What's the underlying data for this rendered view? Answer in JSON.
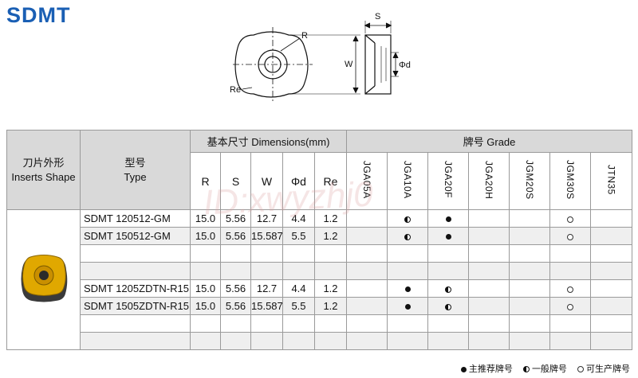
{
  "title": "SDMT",
  "drawing": {
    "labels": {
      "s": "S",
      "r": "R",
      "w": "W",
      "d": "Φd",
      "re": "Re"
    }
  },
  "table": {
    "shape_header_cn": "刀片外形",
    "shape_header_en": "Inserts Shape",
    "type_header_cn": "型号",
    "type_header_en": "Type",
    "dims_header": "基本尺寸 Dimensions(mm)",
    "dims_columns": [
      "R",
      "S",
      "W",
      "Φd",
      "Re"
    ],
    "grade_header": "牌号  Grade",
    "grades": [
      "JGA05A",
      "JGA10A",
      "JGA20F",
      "JGA20H",
      "JGM20S",
      "JGM30S",
      "JTN35"
    ],
    "rows": [
      {
        "type": "SDMT 120512-GM",
        "dims": [
          "15.0",
          "5.56",
          "12.7",
          "4.4",
          "1.2"
        ],
        "grades": [
          "",
          "half",
          "full",
          "",
          "",
          "empty",
          ""
        ]
      },
      {
        "type": "SDMT 150512-GM",
        "dims": [
          "15.0",
          "5.56",
          "15.587",
          "5.5",
          "1.2"
        ],
        "grades": [
          "",
          "half",
          "full",
          "",
          "",
          "empty",
          ""
        ]
      },
      {
        "type": "",
        "dims": [
          "",
          "",
          "",
          "",
          ""
        ],
        "grades": [
          "",
          "",
          "",
          "",
          "",
          "",
          ""
        ]
      },
      {
        "type": "",
        "dims": [
          "",
          "",
          "",
          "",
          ""
        ],
        "grades": [
          "",
          "",
          "",
          "",
          "",
          "",
          ""
        ]
      },
      {
        "type": "SDMT 1205ZDTN-R15",
        "dims": [
          "15.0",
          "5.56",
          "12.7",
          "4.4",
          "1.2"
        ],
        "grades": [
          "",
          "full",
          "half",
          "",
          "",
          "empty",
          ""
        ]
      },
      {
        "type": "SDMT 1505ZDTN-R15",
        "dims": [
          "15.0",
          "5.56",
          "15.587",
          "5.5",
          "1.2"
        ],
        "grades": [
          "",
          "full",
          "half",
          "",
          "",
          "empty",
          ""
        ]
      },
      {
        "type": "",
        "dims": [
          "",
          "",
          "",
          "",
          ""
        ],
        "grades": [
          "",
          "",
          "",
          "",
          "",
          "",
          ""
        ]
      },
      {
        "type": "",
        "dims": [
          "",
          "",
          "",
          "",
          ""
        ],
        "grades": [
          "",
          "",
          "",
          "",
          "",
          "",
          ""
        ]
      }
    ]
  },
  "watermark": "ID:xwyzhj0",
  "legend": {
    "recommended": "主推荐牌号",
    "general": "一般牌号",
    "optional": "可生产牌号"
  },
  "colors": {
    "title": "#1a5fb4",
    "insert_gold": "#e0a800",
    "insert_dark": "#3a3a3a"
  }
}
